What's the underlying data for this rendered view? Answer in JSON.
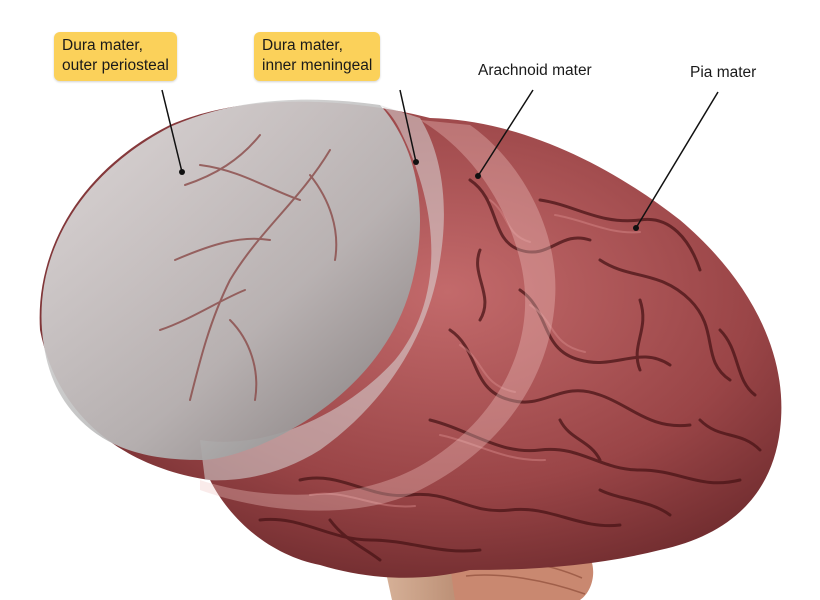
{
  "labels": {
    "dura_outer": {
      "line1": "Dura mater,",
      "line2": "outer periosteal"
    },
    "dura_inner": {
      "line1": "Dura mater,",
      "line2": "inner meningeal"
    },
    "arachnoid": "Arachnoid mater",
    "pia": "Pia mater"
  },
  "colors": {
    "highlight": "#fbd15a",
    "brain": "#9a4547",
    "brain_dark": "#5a1f22",
    "dura": "#bcbcbc",
    "leader": "#111111"
  }
}
